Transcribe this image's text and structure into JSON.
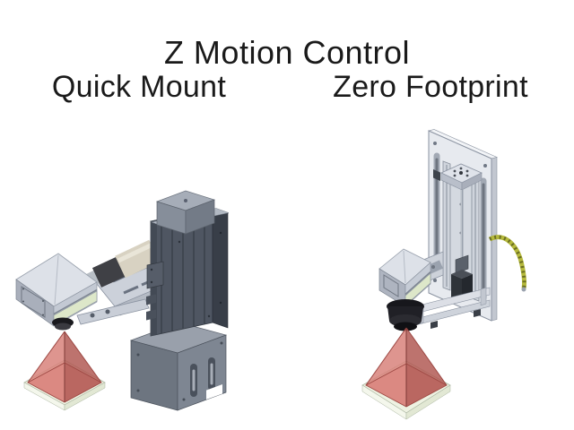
{
  "title": "Z Motion Control",
  "panels": [
    {
      "label": "Quick Mount"
    },
    {
      "label": "Zero Footprint"
    }
  ],
  "colors": {
    "background": "#ffffff",
    "text": "#1a1a1a",
    "laser_cone": "#d8837b",
    "laser_cone_dark": "#b25a55",
    "laser_cone_edge": "#9c4742",
    "cone_base_plate": "#eef2e2",
    "cable": "#b5b93c",
    "head_window_green": "#dde7c9",
    "column_gray": "#4f5662",
    "base_gray": "#7e8692",
    "backplate_gray": "#e7eaef"
  }
}
